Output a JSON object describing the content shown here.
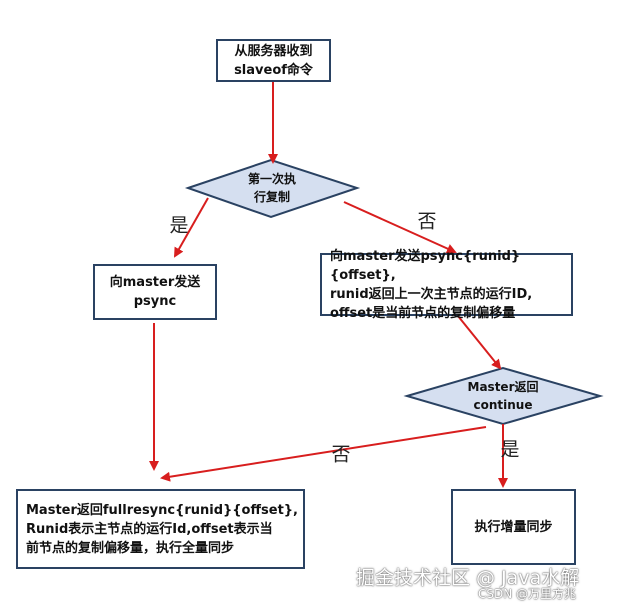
{
  "nodes": {
    "start": "从服务器收到\nslaveof命令",
    "first_time": "第一次执\n行复制",
    "send_psync": "向master发送\npsync",
    "send_psync_runid": "向master发送psync{runid}{offset},\nrunid返回上一次主节点的运行ID,\noffset是当前节点的复制偏移量",
    "master_continue": "Master返回\ncontinue",
    "fullresync": "Master返回fullresync{runid}{offset},\nRunid表示主节点的运行Id,offset表示当\n前节点的复制偏移量，执行全量同步",
    "incremental": "执行增量同步"
  },
  "edges": {
    "yes1": "是",
    "no1": "否",
    "no2": "否",
    "yes2": "是"
  },
  "watermark": {
    "main": "掘金技术社区 @ Java水解",
    "sub": "CSDN @万里方兆"
  },
  "colors": {
    "border": "#2a4262",
    "arrow": "#d81e1e",
    "diamond_fill": "#d5dff0"
  }
}
